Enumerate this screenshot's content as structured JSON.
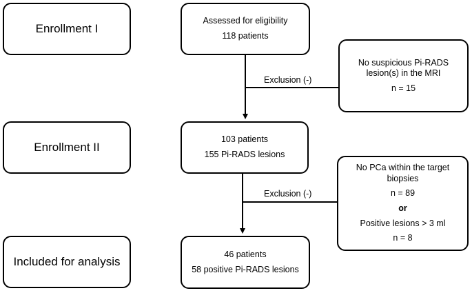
{
  "stages": {
    "enrollment_1": "Enrollment I",
    "enrollment_2": "Enrollment II",
    "included": "Included for analysis"
  },
  "assessed": {
    "line1": "Assessed  for eligibility",
    "line2": "118 patients"
  },
  "exclusion_1": {
    "label": "Exclusion (-)",
    "line1": "No suspicious Pi-RADS",
    "line2": "lesion(s) in the MRI",
    "count": "n = 15"
  },
  "enrolled": {
    "line1": "103 patients",
    "line2": "155 Pi-RADS lesions"
  },
  "exclusion_2": {
    "label": "Exclusion (-)",
    "line1": "No PCa within the target",
    "line2": "biopsies",
    "count1": "n = 89",
    "or": "or",
    "line3": "Positive lesions > 3 ml",
    "count2": "n = 8"
  },
  "analysis": {
    "line1": "46 patients",
    "line2": "58 positive Pi-RADS lesions"
  }
}
